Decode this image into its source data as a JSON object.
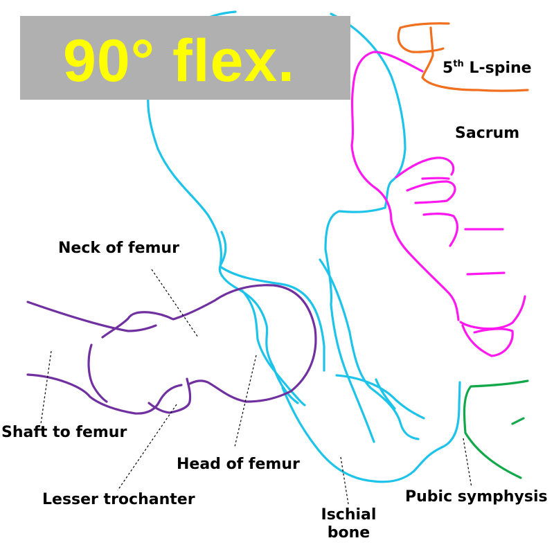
{
  "title": "90° flex.",
  "colors": {
    "pelvis": "#1ec3ea",
    "femur": "#7030a0",
    "sacrum": "#ff19f0",
    "lumbar": "#f07020",
    "pubis": "#11a84a",
    "title_text": "#ffff00",
    "title_background": "#b0b0b0"
  },
  "labels": {
    "l_spine_prefix": "5",
    "l_spine_sup": "th",
    "l_spine_suffix": " L-spine",
    "sacrum": "Sacrum",
    "neck_of_femur": "Neck of femur",
    "shaft_to_femur": "Shaft to femur",
    "head_of_femur": "Head of femur",
    "lesser_trochanter": "Lesser trochanter",
    "ischial_line1": "Ischial",
    "ischial_line2": "bone",
    "pubic_symphysis": "Pubic symphysis"
  }
}
